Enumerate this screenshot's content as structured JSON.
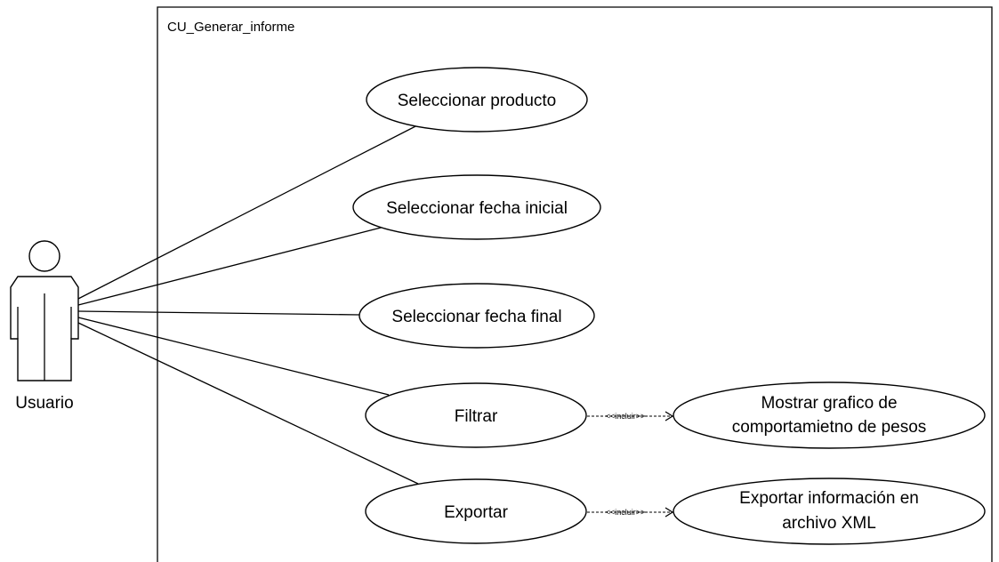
{
  "boundary": {
    "title": "CU_Generar_informe"
  },
  "actor": {
    "name": "Usuario"
  },
  "use_cases": {
    "select_product": "Seleccionar producto",
    "select_start_date": "Seleccionar fecha inicial",
    "select_end_date": "Seleccionar fecha final",
    "filter": "Filtrar",
    "export": "Exportar",
    "show_chart_line1": "Mostrar grafico de",
    "show_chart_line2": "comportamietno de pesos",
    "export_xml_line1": "Exportar información en",
    "export_xml_line2": "archivo XML"
  },
  "relations": {
    "include_filter": "<<incluir>>",
    "include_export": "<<incluir>>"
  }
}
